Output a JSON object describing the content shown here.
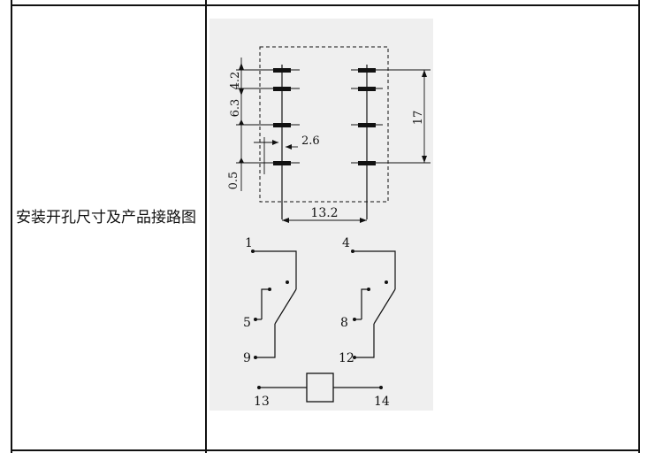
{
  "row": {
    "label": "安装开孔尺寸及产品接路图"
  },
  "diagram": {
    "dimensions": {
      "d_4_2": "4.2",
      "d_6_3": "6.3",
      "d_2_6": "2.6",
      "d_0_5": "0.5",
      "d_17": "17",
      "d_13_2": "13.2"
    },
    "terminals": {
      "t1": "1",
      "t4": "4",
      "t5": "5",
      "t8": "8",
      "t9": "9",
      "t12": "12",
      "t13": "13",
      "t14": "14"
    }
  }
}
